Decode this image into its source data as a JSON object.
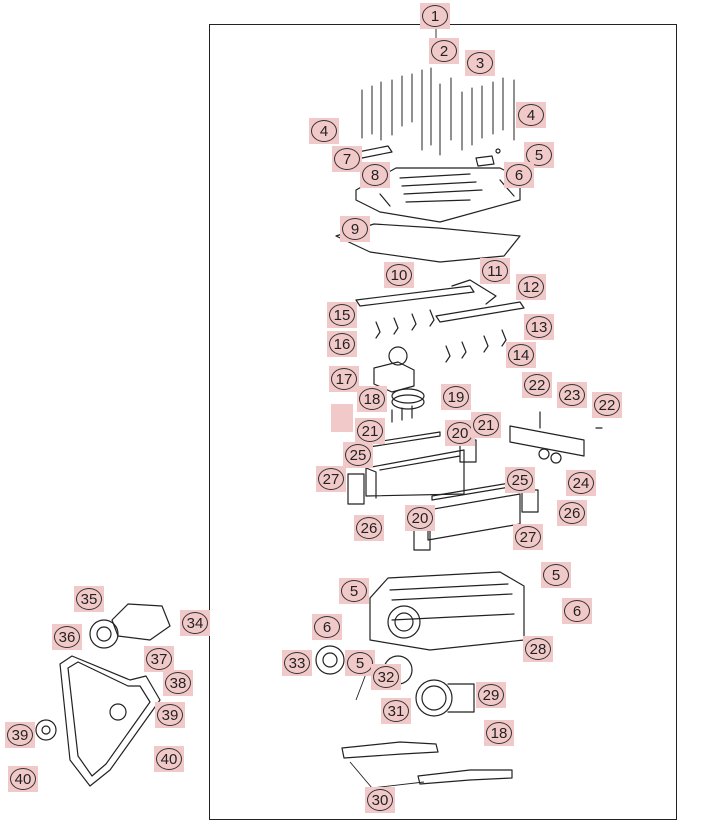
{
  "diagram": {
    "highlight_color": "#f2c9c9",
    "line_color": "#222222",
    "callouts": [
      {
        "id": "c1",
        "label": "1"
      },
      {
        "id": "c2",
        "label": "2"
      },
      {
        "id": "c3",
        "label": "3"
      },
      {
        "id": "c4a",
        "label": "4"
      },
      {
        "id": "c4b",
        "label": "4"
      },
      {
        "id": "c5a",
        "label": "5"
      },
      {
        "id": "c6a",
        "label": "6"
      },
      {
        "id": "c7",
        "label": "7"
      },
      {
        "id": "c8",
        "label": "8"
      },
      {
        "id": "c9",
        "label": "9"
      },
      {
        "id": "c10",
        "label": "10"
      },
      {
        "id": "c11",
        "label": "11"
      },
      {
        "id": "c12",
        "label": "12"
      },
      {
        "id": "c13",
        "label": "13"
      },
      {
        "id": "c14",
        "label": "14"
      },
      {
        "id": "c15",
        "label": "15"
      },
      {
        "id": "c16",
        "label": "16"
      },
      {
        "id": "c17",
        "label": "17"
      },
      {
        "id": "c18a",
        "label": "18"
      },
      {
        "id": "c19",
        "label": "19"
      },
      {
        "id": "c20a",
        "label": "20"
      },
      {
        "id": "c21a",
        "label": "21"
      },
      {
        "id": "c21b",
        "label": "21"
      },
      {
        "id": "c22a",
        "label": "22"
      },
      {
        "id": "c22b",
        "label": "22"
      },
      {
        "id": "c23",
        "label": "23"
      },
      {
        "id": "c24",
        "label": "24"
      },
      {
        "id": "c25a",
        "label": "25"
      },
      {
        "id": "c25b",
        "label": "25"
      },
      {
        "id": "c20b",
        "label": "20"
      },
      {
        "id": "c26a",
        "label": "26"
      },
      {
        "id": "c26b",
        "label": "26"
      },
      {
        "id": "c27a",
        "label": "27"
      },
      {
        "id": "c27b",
        "label": "27"
      },
      {
        "id": "c5b",
        "label": "5"
      },
      {
        "id": "c5c",
        "label": "5"
      },
      {
        "id": "c5d",
        "label": "5"
      },
      {
        "id": "c6b",
        "label": "6"
      },
      {
        "id": "c6c",
        "label": "6"
      },
      {
        "id": "c28",
        "label": "28"
      },
      {
        "id": "c29",
        "label": "29"
      },
      {
        "id": "c30",
        "label": "30"
      },
      {
        "id": "c31",
        "label": "31"
      },
      {
        "id": "c32",
        "label": "32"
      },
      {
        "id": "c33",
        "label": "33"
      },
      {
        "id": "c18b",
        "label": "18"
      },
      {
        "id": "c34",
        "label": "34"
      },
      {
        "id": "c35",
        "label": "35"
      },
      {
        "id": "c36",
        "label": "36"
      },
      {
        "id": "c37",
        "label": "37"
      },
      {
        "id": "c38",
        "label": "38"
      },
      {
        "id": "c39a",
        "label": "39"
      },
      {
        "id": "c39b",
        "label": "39"
      },
      {
        "id": "c40a",
        "label": "40"
      },
      {
        "id": "c40b",
        "label": "40"
      }
    ]
  }
}
